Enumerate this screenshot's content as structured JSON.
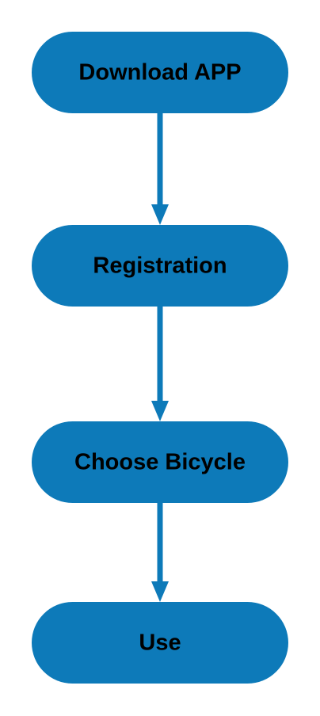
{
  "diagram": {
    "type": "flowchart",
    "direction": "top-to-bottom",
    "colors": {
      "node_fill": "#0d7ab9",
      "edge": "#0d7ab9",
      "text": "#000000",
      "background": "#ffffff"
    },
    "nodes": [
      {
        "id": "download-app",
        "label": "Download APP"
      },
      {
        "id": "registration",
        "label": "Registration"
      },
      {
        "id": "choose-bicycle",
        "label": "Choose Bicycle"
      },
      {
        "id": "use",
        "label": "Use"
      }
    ],
    "edges": [
      {
        "from": "download-app",
        "to": "registration"
      },
      {
        "from": "registration",
        "to": "choose-bicycle"
      },
      {
        "from": "choose-bicycle",
        "to": "use"
      }
    ]
  }
}
